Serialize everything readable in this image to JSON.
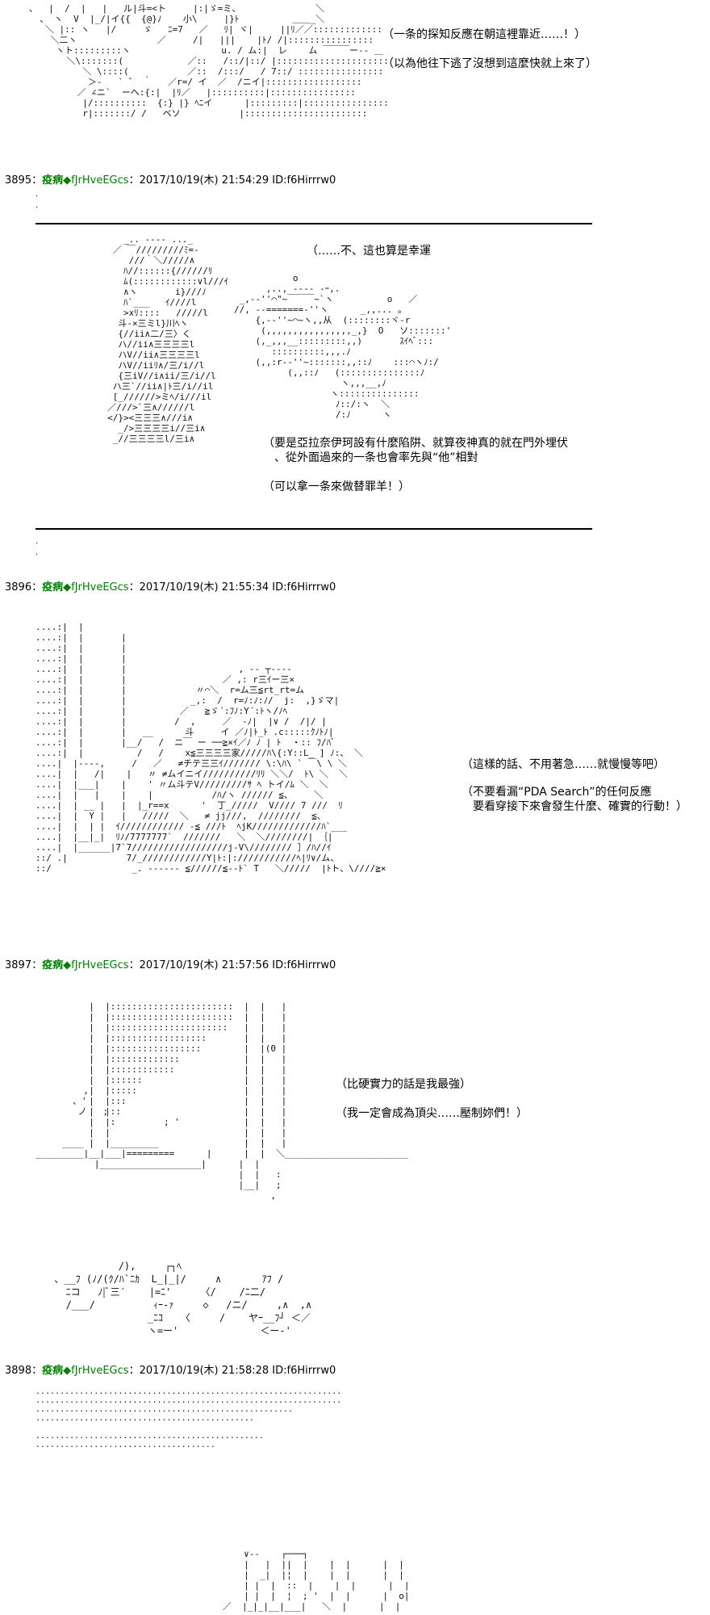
{
  "posts": [
    {
      "captions": [
        "（一条的探知反應在朝這裡靠近……！）",
        "（以為他往下逃了沒想到這麼快就上來了）"
      ]
    },
    {
      "number": "3895",
      "sep": "：",
      "name": "疫病",
      "trip": "◆fJrHveEGcs",
      "date": "：2017/10/19(木) 21:54:29",
      "id": "ID:f6Hirrrw0",
      "captions": [
        "（……不、這也算是幸運",
        "（要是亞拉奈伊珂設有什麼陷阱、就算夜神真的就在門外埋伏",
        "、從外面過來的一条也會率先與“他”相對",
        "（可以拿一条來做替罪羊！）"
      ]
    },
    {
      "number": "3896",
      "sep": "：",
      "name": "疫病",
      "trip": "◆fJrHveEGcs",
      "date": "：2017/10/19(木) 21:55:34",
      "id": "ID:f6Hirrrw0",
      "captions": [
        "（這樣的話、不用著急……就慢慢等吧）",
        "（不要看漏“PDA Search”的任何反應",
        "要看穿接下來會發生什麼、確實的行動！）"
      ]
    },
    {
      "number": "3897",
      "sep": "：",
      "name": "疫病",
      "trip": "◆fJrHveEGcs",
      "date": "：2017/10/19(木) 21:57:56",
      "id": "ID:f6Hirrrw0",
      "captions": [
        "（比硬實力的話是我最強）",
        "（我一定會成為頂尖……壓制妳們！）"
      ]
    },
    {
      "number": "3898",
      "sep": "：",
      "name": "疫病",
      "trip": "◆fJrHveEGcs",
      "date": "：2017/10/19(木) 21:58:28",
      "id": "ID:f6Hirrrw0",
      "captions": []
    }
  ],
  "ascii_art": {
    "top": "、  |  /  |   |   ル|斗=<ト     |:|ゞ=ミ、              ＼\n  、 ヽ  V  |_/|イ{{  {@}ﾉ    小\\     |}ﾄ          ＿＿_＼\n   ＼ |:: ヽ   |/     ゞ   ﾆ=7   ／   ﾘ| ヾ|     ||ﾘ／／:::::::::::::\n    ＼二ヽ               ／     /|   |||    |ﾄ/ /|::::::::::::::::\n     ヽト:::::::::ヽ                 u. / ム:|  レ    ム ￣￣￣ー-- ＿\n       ＼\\:::::::(            ／::   /::/|::/ |:::::::::::::::::::::\n          ＼ \\::::(           ／::  /:::/   / 7::/ ::::::::::::::::\n           ＞-   ` ゛ ｀   ／r=/ イ  ／  /ニイ|::::::::::::::::::\n         ／ ∠ニ`  ーヘ:{:|  |ﾘ／   |::::::::::|::::::::::::::::\n          |/::::::::::  {:} |} ﾍﾆイ      |:::::::::|::::::::::::::::\n          r|:::::::/ /   ベソ           |:::::::::::::::::::::::",
    "a2_left": "        _.. -‐‐- ..._\n      ／ ￣/////////ﾐ=-\n         ///｀＼/////∧\n        ﾊ//::::::{//////ﾘ\n        ﾑ(::::::::::::∨l///ｲ\n        ∧ヽ       i}///ﾉ\n        ﾊ`___   ｲ////l\n        >xﾘ::::   /////l\n       斗-×三ミl}川ﾍヽ\n       {//ii∧二/三〉く\n       ハ//ii∧三三三三l\n       ハV//ii∧三三三三l\n       ハV//iiﾘ∧/三/i//l\n       {三iV//i∧ii/三/i//l\n      ハ三`//ii∧|ﾄ三/i//il\n      [_//////>ミﾍ/i///il\n     ／///>`三∧//////l\n     </}><三三三∧///i∧\n       _/>三三三三i//三i∧\n      _//三三三三l/三i∧",
    "a2_right": "           o\n      ,.., -‐-‐ -ｰ,.\n _,-‐''⌒\"~￣￣￣~`ヽ          o   ／\n//, -‐=======‐''ヽ      _,,... 。\n    {,-‐''~⌒~ヽ,,从  (::::::::ヾ-r\n     (,,,,,,,,,,,,,,,,_,}  O   ソ:::::::'\n    (,_,,,__:::::::::,,)       ｽｲﾍﾞ:::\n       ::::::::::,,,.ﾉ\n    (,,:r-‐''~:::::::,,::ﾉ    :::⌒ヽﾉ:/\n          (,,::ﾉ   (:::::::::::::::ﾉ\n                    ヽ,,,__,ﾉ\n                  ヽ:::::::::::::::\n                   ﾉ::/:ヽ  ＼\n                   /:ﾉ      ヽ",
    "a3": "....:|  |\n....:|  |       |\n....:|  |       |\n....:|  |       |\n....:|  |       |                     , -‐ ┬‐‐‐‐\n....:|  |       |                  ／ ,: r三ｲー三×\n....:|  |       |             〃⌒＼  r=ム三≦rt_rt=ム\n....:|  |       |            _,:  /  r=ﾉ:ﾉ:ﾉ/  j:  ,}ゞマ|\n....:|  |       |          ／   ≧ゞ´:ﾌﾉ:Y´:ﾄヽ/ﾉﾍ\n....:|  |       |         /  ,     ／  ‐ﾉ|  |∨ /  /|/ |\n....:|  |       |   __      斗     イ ／ﾉ|ﾄ_ﾄ .c:::::ｸﾉﾄﾉ|\n....:|  |       |__/   /  ニ￣ ー ──≧×ｲ／ﾉ ﾉ | ﾄ  ・:: ﾌ/ﾊﾞ\n....:|  |          /   /    x≦三三三三家/////ﾊ\\{:Y::L_ ] ﾉ:、 ＼\n....|  |----,     /   ／   ≠チテ三三ｲ/////// \\:\\ﾊ\\ ` ￣\\ \\ ＼\n....|  |   /|    |   〃 ≠ムイニイ//////////ﾘﾘ ＼＼/  ﾄ\\ ＼  ＼\n....|  |___|    |    ' 〃ム斗テV/////////ｻ ﾍ トイ/ﾑ ＼  ＼\n....|  |   |    |    |           /ﾊ/ヽ ////// ≦、    ＼\n....|  | __ |   |  |_r==x      '  丁_/////  V//// 7 ///  ﾘ\n....|  |  Y |   |   /////  ＼   ≠ jj///,  ////////  ≦、\n....|  |  | |  ｲ//////////// ‐≦ ///ﾄ  ﾍjK/////////////ﾊ`___\n....|  |__|_|  ﾘﾉ/7777777`  ///////   ＼  ＼////////| ｛|\n....|  |______|7`7//////////////////j-V\\//////// ］/ﾊ//ｲ\n::/ .|           7/_////////////Y|ﾄ:|:///////////ﾍ|ﾘ∨/ム、\n::/               _. ------ ≦//////≦-‐ﾄ` T   ＼/////  |ﾄト、\\////≧×",
    "a4": "          |  |:::::::::::::::::::::::  |  |   |\n          |  |:::::::::::::::::::::::  |  |   |\n          |  |::::::::::::::::::::::   |  |   |\n          |  |::::::::::::::::::       |  |   |\n          |  |:::::::::::::::::        |  |(0 |\n          |  |:::::::::::::            |  |   |\n          |  |::::::::::::             |  |   |\n          |  |::::::                   |  |   |\n          |  |:::::                    |  |   |\n          |  |:::                      |  |   |\n          |  |::                       |  |   |\n          |  |:         ; '            |  |   |\n          |  |                         |  |   |\n     ____ |  |_________                |  |   |\n_________|__|___|=========      |      |  |  ＼_______________________\n           |___________________|      |  |\n                                      |  |   :\n                                      |__|   ;\n                                            ,",
    "a4_left": "  ,\n、'\n ノ   ;",
    "a5_sound": "            /),     ┌┐ﾍ\n 、__ﾌ (ﾉ/(ｸ/ﾊ`ﾆｶ  L_|_|/     ∧       ｱﾌ /\n   ﾆコ   ﾉ|ﾞ三′    |=ﾆ'     〈/    /ﾆ二/\n   /___/          ｨｰ‐ｧ     ◇   /ニ/     ,∧  ,∧\n                 _ﾆｺ   〈     /    ヤｰ__ﾌ┘ ＜／\n                 ヽ=ー'              ＜ー-'",
    "a6_dots": "...............................................................\n...............................................................\n.....................................................\n.............................................\n\n...............................................\n.....................................",
    "a6": "                          ∨--    ┌───┐\n                          |   |  ||  |    |  |      |  |\n                          |  _|  |¦  |    |  |      |  |\n                          | |  |  ::  |    |  |      |  |\n                          | |  |  ¦  ; '  |  |      |  o|\n                      ／  |_|_|__|___|   ＼  |      |  |"
  }
}
